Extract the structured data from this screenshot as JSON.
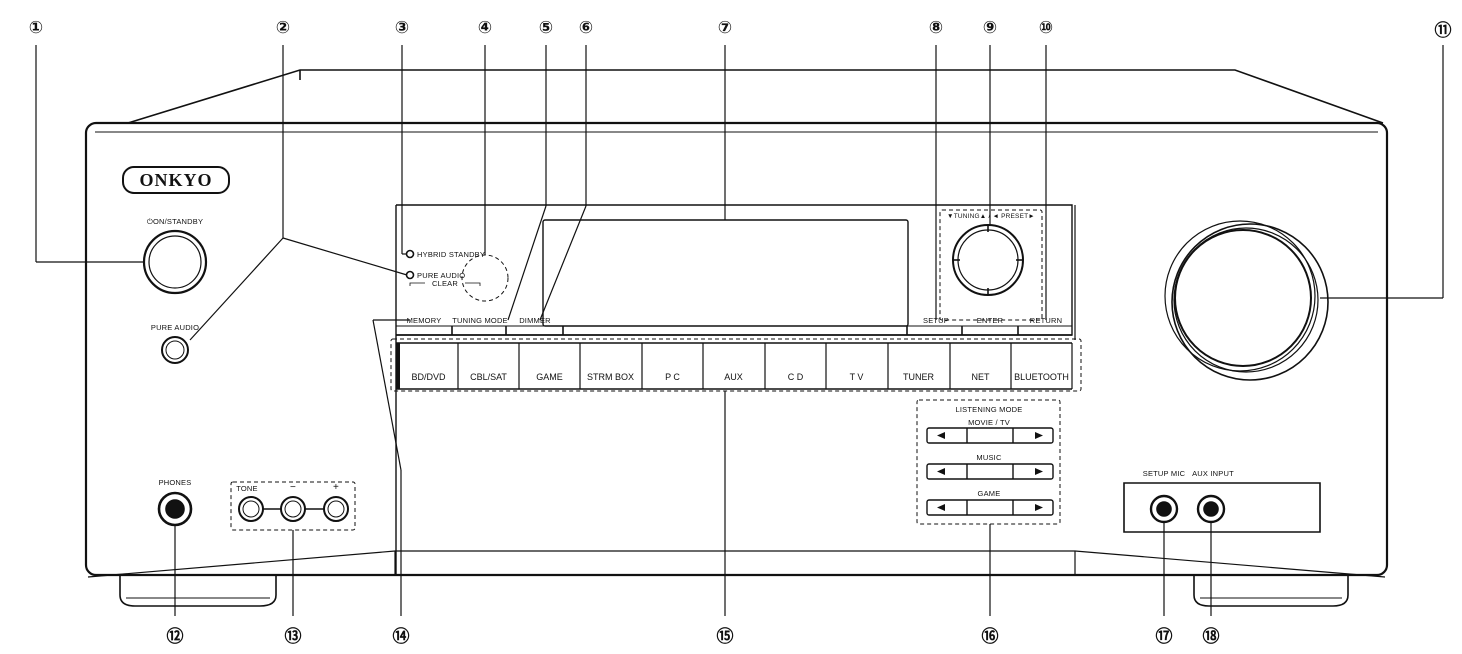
{
  "brand": "ONKYO",
  "front_labels": {
    "on_standby": "ON/STANDBY",
    "pure_audio_button": "PURE AUDIO",
    "hybrid_standby": "HYBRID STANDBY",
    "pure_audio_led": "PURE AUDIO",
    "clear": "CLEAR",
    "memory": "MEMORY",
    "tuning_mode": "TUNING MODE",
    "dimmer": "DIMMER",
    "setup": "SETUP",
    "enter": "ENTER",
    "return": "RETURN",
    "tuning_preset": "▼TUNING▲ / ◄ PRESET►",
    "phones": "PHONES",
    "tone": "TONE",
    "tone_minus": "−",
    "tone_plus": "+",
    "listening_mode": "LISTENING MODE",
    "movie_tv": "MOVIE / TV",
    "music": "MUSIC",
    "game": "GAME",
    "setup_mic": "SETUP MIC",
    "aux_input": "AUX INPUT"
  },
  "input_selectors": [
    "BD/DVD",
    "CBL/SAT",
    "GAME",
    "STRM BOX",
    "P C",
    "AUX",
    "C D",
    "T V",
    "TUNER",
    "NET",
    "BLUETOOTH"
  ],
  "callouts": [
    "①",
    "②",
    "③",
    "④",
    "⑤",
    "⑥",
    "⑦",
    "⑧",
    "⑨",
    "⑩",
    "⑪",
    "⑫",
    "⑬",
    "⑭",
    "⑮",
    "⑯",
    "⑰",
    "⑱"
  ]
}
